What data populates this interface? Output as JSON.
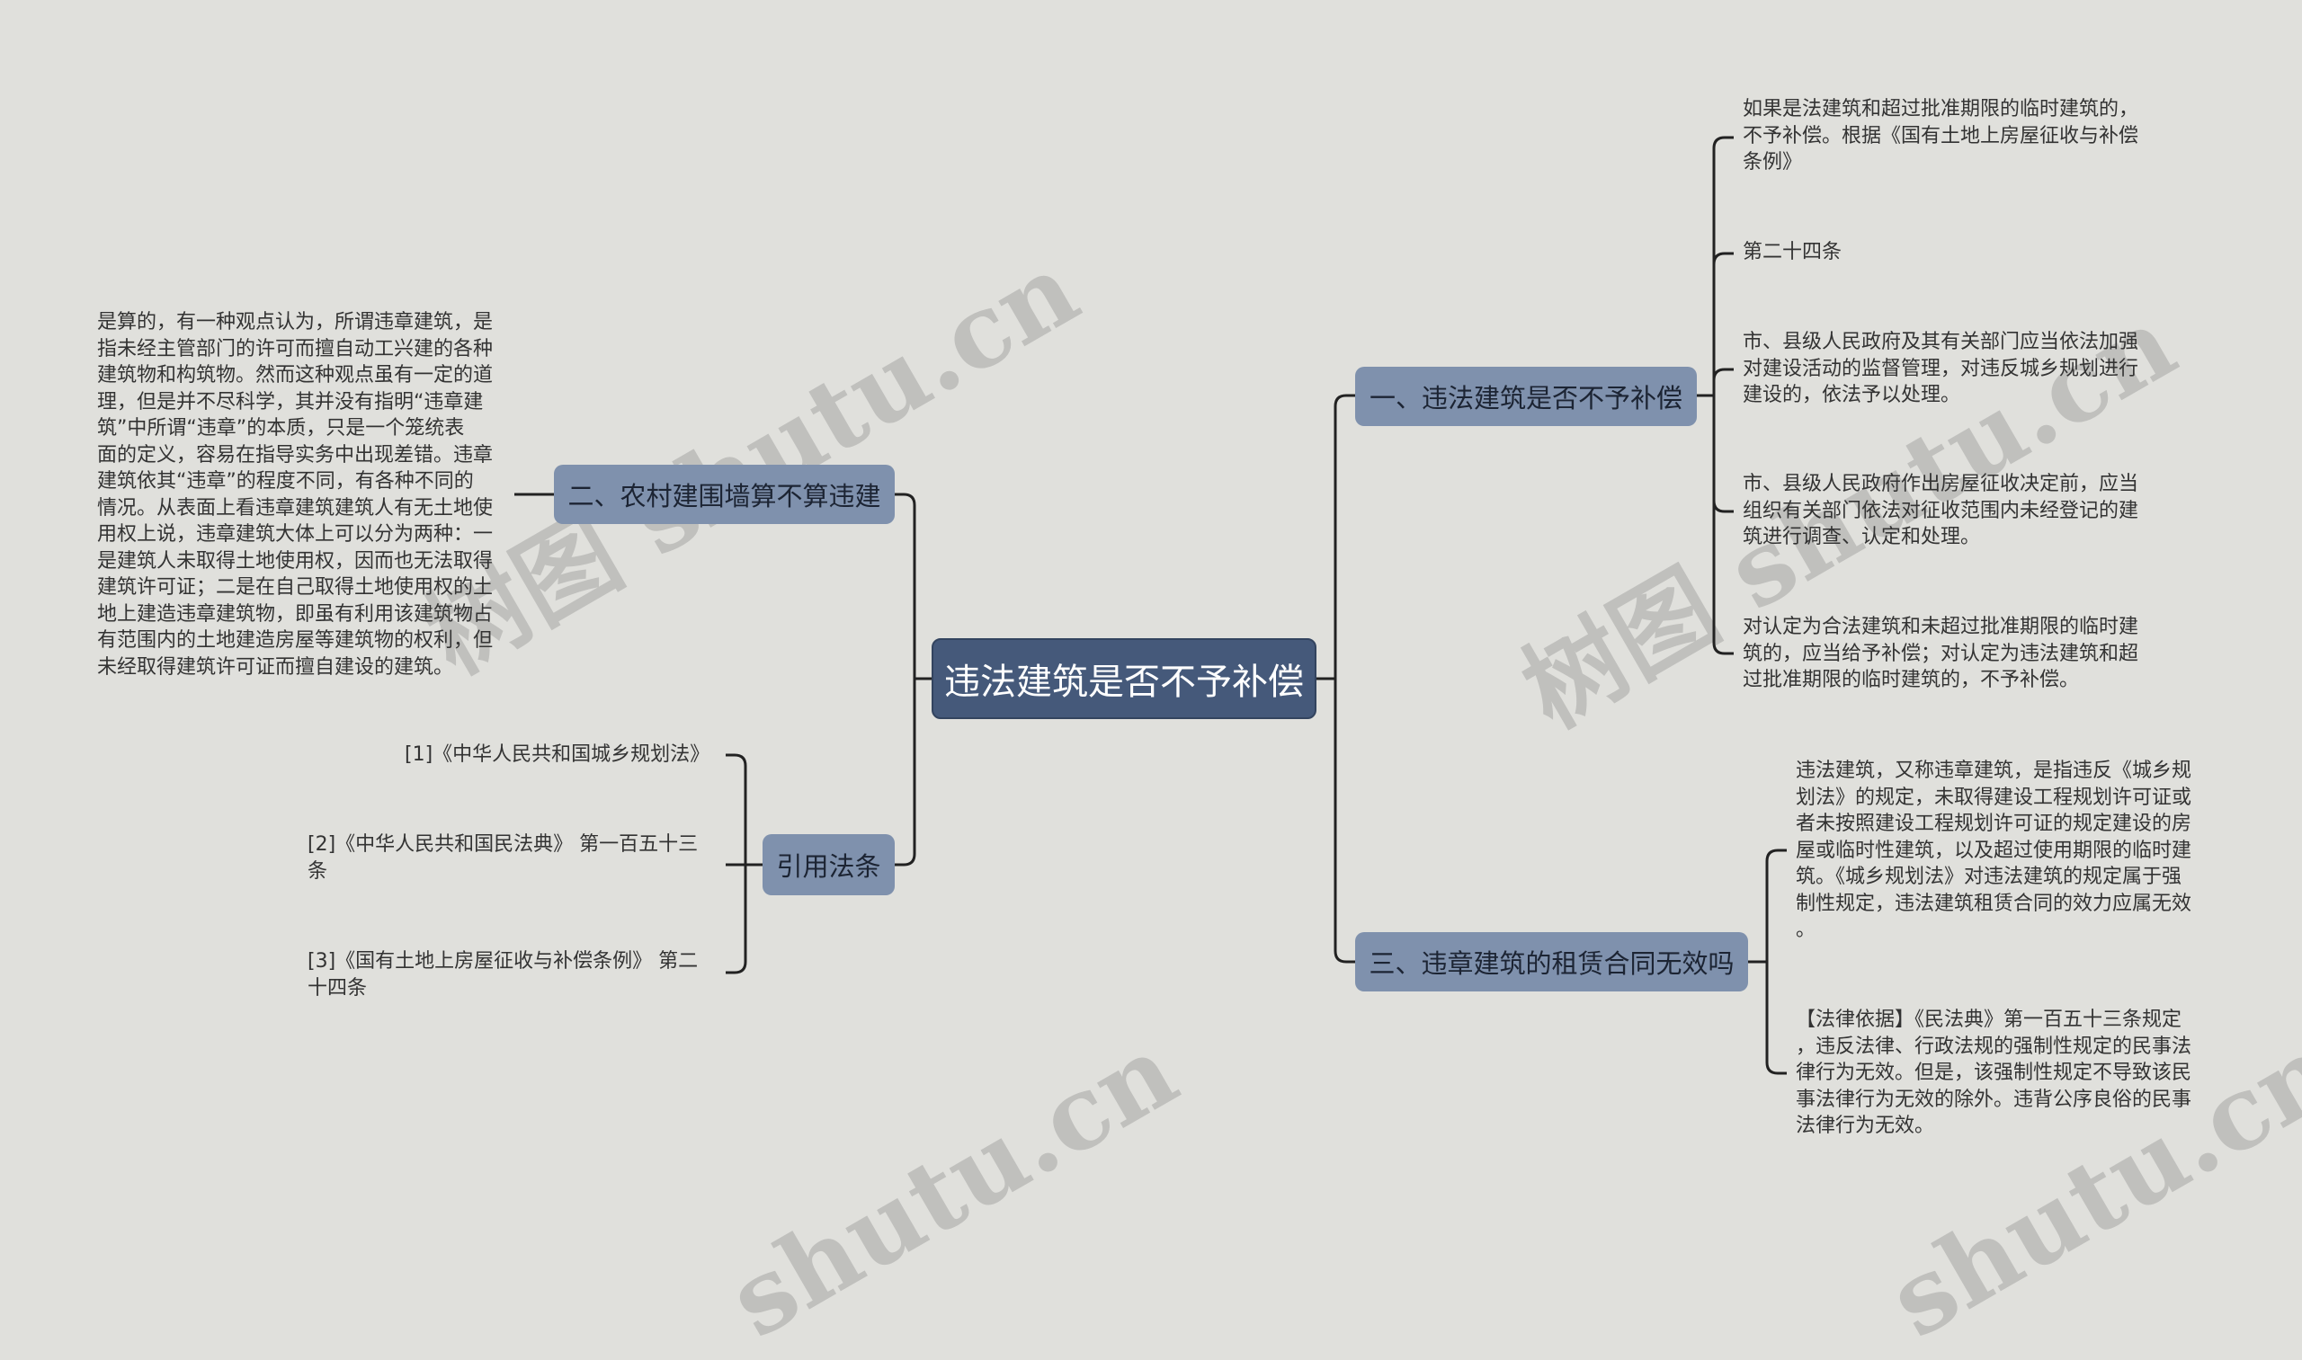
{
  "root": {
    "label": "违法建筑是否不予补偿"
  },
  "branches": {
    "b1": {
      "label": "一、违法建筑是否不予补偿"
    },
    "b2": {
      "label": "二、农村建围墙算不算违建"
    },
    "b3": {
      "label": "三、违章建筑的租赁合同无效吗"
    },
    "b4": {
      "label": "引用法条"
    }
  },
  "leaves": {
    "b1_1": [
      "如果是法建筑和超过批准期限的临时建筑的，",
      "不予补偿。根据《国有土地上房屋征收与补偿",
      "条例》"
    ],
    "b1_2": [
      "第二十四条"
    ],
    "b1_3": [
      "市、县级人民政府及其有关部门应当依法加强",
      "对建设活动的监督管理，对违反城乡规划进行",
      "建设的，依法予以处理。"
    ],
    "b1_4": [
      "市、县级人民政府作出房屋征收决定前，应当",
      "组织有关部门依法对征收范围内未经登记的建",
      "筑进行调查、认定和处理。"
    ],
    "b1_5": [
      "对认定为合法建筑和未超过批准期限的临时建",
      "筑的，应当给予补偿；对认定为违法建筑和超",
      "过批准期限的临时建筑的，不予补偿。"
    ],
    "b2_1": [
      "是算的，有一种观点认为，所谓违章建筑，是",
      "指未经主管部门的许可而擅自动工兴建的各种",
      "建筑物和构筑物。然而这种观点虽有一定的道",
      "理，但是并不尽科学，其并没有指明“违章建",
      "筑”中所谓“违章”的本质，只是一个笼统表",
      "面的定义，容易在指导实务中出现差错。违章",
      "建筑依其“违章”的程度不同，有各种不同的",
      "情况。从表面上看违章建筑建筑人有无土地使",
      "用权上说，违章建筑大体上可以分为两种：一",
      "是建筑人未取得土地使用权，因而也无法取得",
      "建筑许可证；二是在自己取得土地使用权的土",
      "地上建造违章建筑物，即虽有利用该建筑物占",
      "有范围内的土地建造房屋等建筑物的权利，但",
      "未经取得建筑许可证而擅自建设的建筑。"
    ],
    "b3_1": [
      "违法建筑，又称违章建筑，是指违反《城乡规",
      "划法》的规定，未取得建设工程规划许可证或",
      "者未按照建设工程规划许可证的规定建设的房",
      "屋或临时性建筑，以及超过使用期限的临时建",
      "筑。《城乡规划法》对违法建筑的规定属于强",
      "制性规定，违法建筑租赁合同的效力应属无效",
      "。"
    ],
    "b3_2": [
      "【法律依据】《民法典》第一百五十三条规定",
      "，违反法律、行政法规的强制性规定的民事法",
      "律行为无效。但是，该强制性规定不导致该民",
      "事法律行为无效的除外。违背公序良俗的民事",
      "法律行为无效。"
    ],
    "b4_1": [
      "[1]《中华人民共和国城乡规划法》"
    ],
    "b4_2": [
      "[2]《中华人民共和国民法典》 第一百五十三",
      "条"
    ],
    "b4_3": [
      "[3]《国有土地上房屋征收与补偿条例》 第二",
      "十四条"
    ]
  },
  "watermarks": [
    "树图 shutu.cn",
    "树图 shutu.cn",
    "shutu.cn",
    "shutu.cn"
  ],
  "colors": {
    "background": "#e0e0dc",
    "root": "#45597a",
    "branch": "#7f91ad",
    "line": "#222222"
  }
}
